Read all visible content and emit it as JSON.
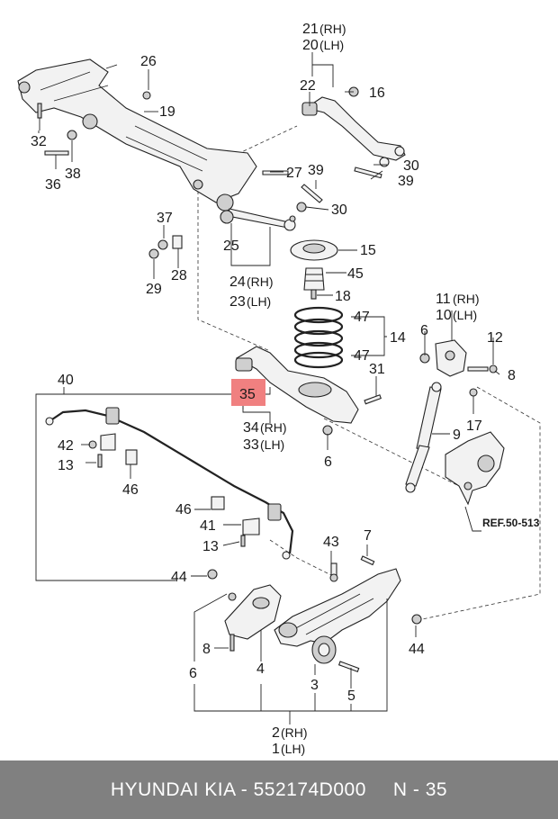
{
  "labels": {
    "l21": "21",
    "l21s": "(RH)",
    "l20": "20",
    "l20s": "(LH)",
    "l26": "26",
    "l22": "22",
    "l16": "16",
    "l19": "19",
    "l32": "32",
    "l36": "36",
    "l38": "38",
    "l27": "27",
    "l39a": "39",
    "l30a": "30",
    "l39b": "39",
    "l30b": "30",
    "l37": "37",
    "l25": "25",
    "l15": "15",
    "l29": "29",
    "l28": "28",
    "l45": "45",
    "l24": "24",
    "l24s": "(RH)",
    "l23": "23",
    "l23s": "(LH)",
    "l18": "18",
    "l11": "11",
    "l11s": "(RH)",
    "l10": "10",
    "l10s": "(LH)",
    "l47a": "47",
    "l14": "14",
    "l47b": "47",
    "l6a": "6",
    "l12": "12",
    "l8a": "8",
    "l40": "40",
    "l31": "31",
    "l35": "35",
    "l17": "17",
    "l34": "34",
    "l34s": "(RH)",
    "l33": "33",
    "l33s": "(LH)",
    "l9": "9",
    "l42": "42",
    "l6b": "6",
    "l13a": "13",
    "l46a": "46",
    "ref": "REF.50-513",
    "l46b": "46",
    "l41": "41",
    "l13b": "13",
    "l7": "7",
    "l43": "43",
    "l44a": "44",
    "l8b": "8",
    "l6c": "6",
    "l4": "4",
    "l44b": "44",
    "l3": "3",
    "l5": "5",
    "l2": "2",
    "l2s": "(RH)",
    "l1": "1",
    "l1s": "(LH)"
  },
  "highlight": {
    "label": "35",
    "color": "#f08080"
  },
  "footer": {
    "part_text": "HYUNDAI  KIA - 552174D000",
    "ref_text": "N - 35"
  },
  "colors": {
    "footer_bg": "#808080",
    "footer_text": "#ffffff"
  }
}
